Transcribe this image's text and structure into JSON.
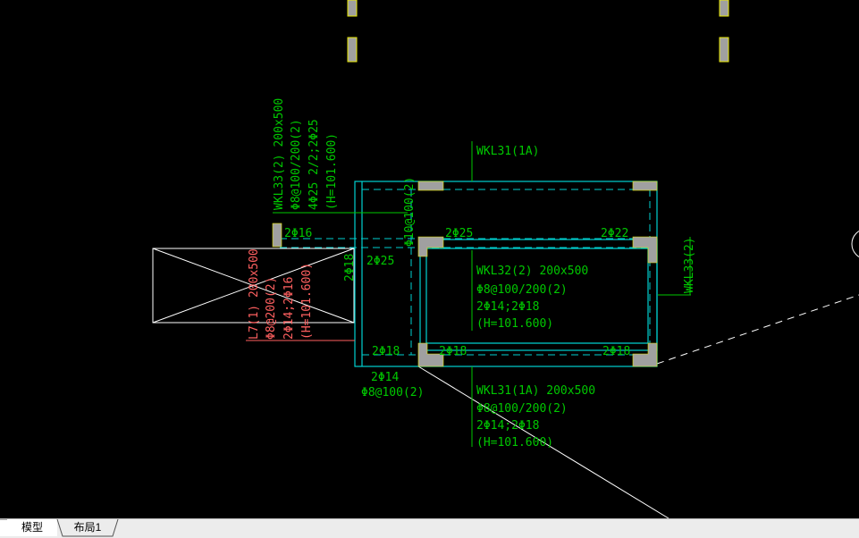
{
  "drawing": {
    "background": "#000000",
    "colors": {
      "green": "#00c800",
      "cyan": "#00d0d0",
      "yellow": "#e8e800",
      "white": "#ffffff",
      "red": "#ff6060",
      "grey": "#a0a0a0"
    },
    "labels": {
      "wkl31_top": "WKL31(1A)",
      "wkl33_line1": "WKL33(2) 200x500",
      "wkl33_line2": "Φ8@100/200(2)",
      "wkl33_line3": "4Φ25 2/2;2Φ25",
      "wkl33_line4": "(H=101.600)",
      "wkl33_right": "WKL33(2)",
      "l7_line1": "L7(1) 200x500",
      "l7_line2": "Φ8@200(2)",
      "l7_line3": "2Φ14;2Φ16",
      "l7_line4": "(H=101.600)",
      "wkl32_line1": "WKL32(2) 200x500",
      "wkl32_line2": "Φ8@100/200(2)",
      "wkl32_line3": "2Φ14;2Φ18",
      "wkl32_line4": "(H=101.600)",
      "wkl31_line1": "WKL31(1A) 200x500",
      "wkl31_line2": "Φ8@100/200(2)",
      "wkl31_line3": "2Φ14;2Φ18",
      "wkl31_line4": "(H=101.600)",
      "rebar_2d16": "2Φ16",
      "rebar_phi10": "Φ10@100(2)",
      "rebar_top_2d25": "2Φ25",
      "rebar_top_2d22": "2Φ22",
      "rebar_2d18_vertical": "2Φ18",
      "rebar_left_2d25": "2Φ25",
      "rebar_bottom_left_2d18": "2Φ18",
      "rebar_bottom_mid_2d18": "2Φ18",
      "rebar_bottom_right_2d18": "2Φ18",
      "rebar_2d14": "2Φ14",
      "rebar_phi8": "Φ8@100(2)"
    }
  },
  "tabs": [
    {
      "label": "模型",
      "active": true
    },
    {
      "label": "布局1",
      "active": false
    }
  ]
}
